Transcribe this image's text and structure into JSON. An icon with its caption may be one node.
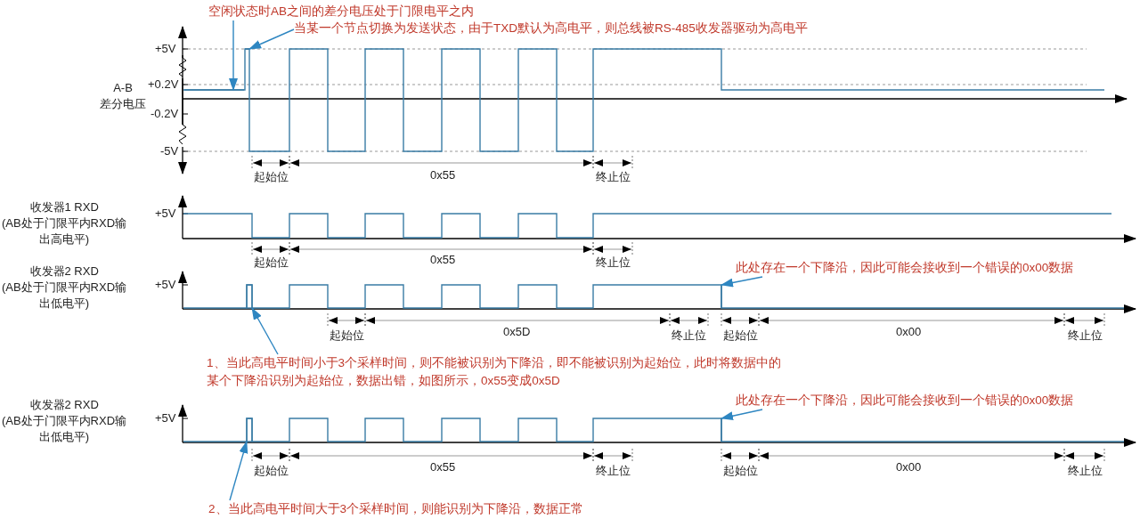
{
  "diagram": {
    "nodes": [
      {
        "text": [
          "空闲状态时AB之间的差分电压处于门限电平之内"
        ]
      },
      {
        "text": [
          "当某一个节点切换为发送状态，由于TXD默认为高电平，则总线被RS-485收发器驱动为高电平"
        ]
      },
      {
        "text": [
          "此处存在一个下降沿，因此可能会接收到一个错误的0x00数据"
        ]
      },
      {
        "text": [
          "1、当此高电平时间小于3个采样时间，则不能被识别为下降沿，即不能被识别为起始位，此时将数据中的某个下降沿识别为起始位，数据出错，如图所示，0x55变成0x5D"
        ]
      },
      {
        "text": [
          "此处存在一个下降沿，因此可能会接收到一个错误的0x00数据"
        ]
      },
      {
        "text": [
          "2、当此高电平时间大于3个采样时间，则能识别为下降沿，数据正常"
        ]
      },
      {
        "text": [],
        "shape": "line"
      },
      {
        "text": [],
        "shape": "line"
      },
      {
        "text": [],
        "shape": "line"
      },
      {
        "text": [],
        "shape": "box"
      },
      {
        "text": [],
        "shape": "line"
      },
      {
        "text": [],
        "shape": "box"
      }
    ],
    "edges": [
      {
        "from": 0,
        "to": 6,
        "arrow": "to"
      },
      {
        "from": 1,
        "to": 7,
        "arrow": "to"
      },
      {
        "from": 2,
        "to": 8,
        "arrow": "to"
      },
      {
        "from": 3,
        "to": 9,
        "arrow": "to"
      },
      {
        "from": 4,
        "to": 10,
        "arrow": "to"
      },
      {
        "from": 5,
        "to": 11,
        "arrow": "to"
      }
    ],
    "labels": [
      "+5V",
      "+0.2V",
      "A-B 差分电压",
      "-0.2V",
      "-5V",
      "起始位",
      "0x55",
      "终止位",
      "收发器1 RXD",
      "(AB处于门限平内RXD输出高电平)",
      "+5V",
      "起始位",
      "0x55",
      "终止位",
      "收发器2 RXD",
      "(AB处于门限平内RXD输出低电平)",
      "+5V",
      "起始位",
      "0x5D",
      "终止位",
      "起始位",
      "0x00",
      "终止位",
      "收发器2 RXD",
      "(AB处于门限平内RXD输出低电平)",
      "+5V",
      "起始位",
      "0x55",
      "终止位",
      "起始位",
      "0x00",
      "终止位"
    ]
  }
}
